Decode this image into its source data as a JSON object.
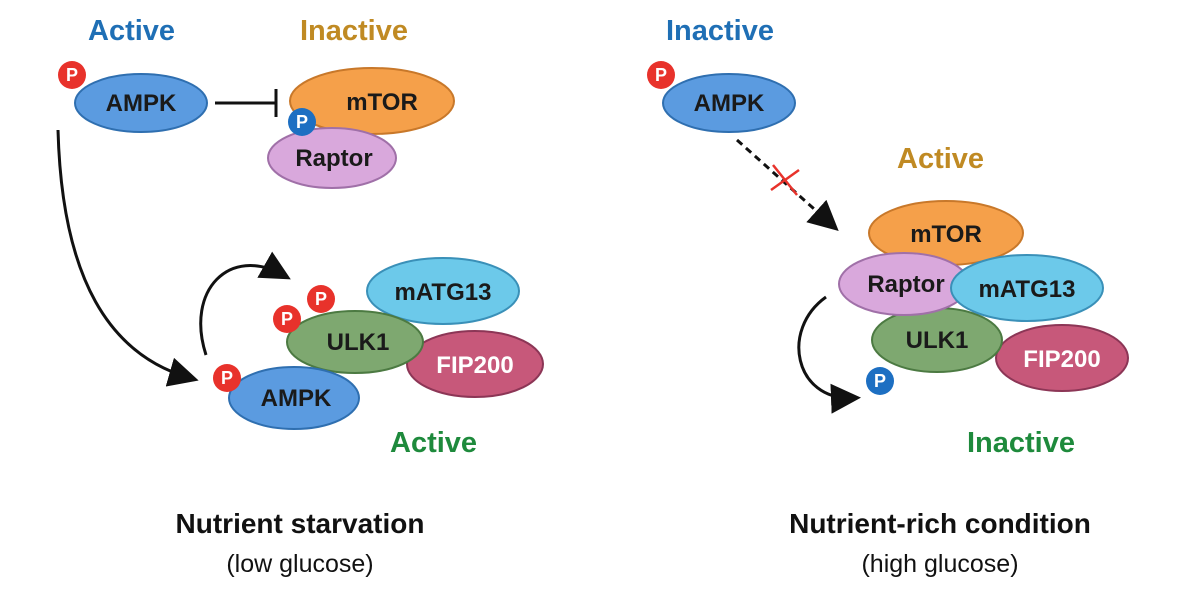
{
  "colors": {
    "active_blue": "#1f6fb5",
    "inactive_gold": "#c08a23",
    "active_green": "#1e8a3c",
    "inactive_green": "#1e8a3c",
    "ampk_fill": "#5b9be0",
    "mtor_fill": "#f5a04a",
    "raptor_fill": "#d9a8dc",
    "matg13_fill": "#6cc9ea",
    "ulk1_fill": "#7ea870",
    "fip200_fill": "#c7587a",
    "phospho_red": "#e8322b",
    "phospho_blue": "#1d6fc2",
    "block_mark": "#e8322b"
  },
  "left": {
    "active_label": "Active",
    "inactive_label": "Inactive",
    "active_complex_label": "Active",
    "ampk": "AMPK",
    "mtor": "mTOR",
    "raptor": "Raptor",
    "matg13": "mATG13",
    "ulk1": "ULK1",
    "fip200": "FIP200",
    "ampk_bound": "AMPK",
    "caption": "Nutrient starvation",
    "subcaption": "(low glucose)"
  },
  "right": {
    "inactive_label": "Inactive",
    "active_label": "Active",
    "inactive_complex_label": "Inactive",
    "ampk": "AMPK",
    "mtor": "mTOR",
    "raptor": "Raptor",
    "matg13": "mATG13",
    "ulk1": "ULK1",
    "fip200": "FIP200",
    "caption": "Nutrient-rich condition",
    "subcaption": "(high glucose)"
  },
  "phospho": "P"
}
